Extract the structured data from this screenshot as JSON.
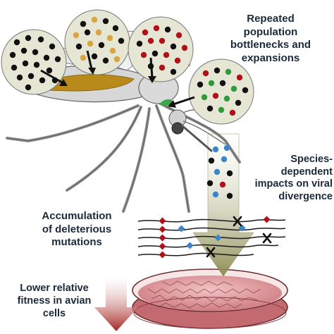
{
  "labels": {
    "bottlenecks": "Repeated\npopulation\nbottlenecks and\nexpansions",
    "species": "Species-\ndependent\nimpacts on viral\ndivergence",
    "accumulation": "Accumulation\nof deleterious\nmutations",
    "fitness": "Lower relative\nfitness in avian\ncells"
  },
  "colors": {
    "text": "#1b2a3a",
    "circle_fill": "#e6e6d4",
    "virus_black": "#111111",
    "virus_gold": "#d9a441",
    "virus_red": "#b0121a",
    "virus_green": "#2e9a3a",
    "virus_blue": "#3a86c8",
    "arrow_olive": "#9a9a5e",
    "arrow_red": "#a8302a",
    "mosquito_gut": "#b88a1a",
    "petri_dish": "#c97a80"
  }
}
